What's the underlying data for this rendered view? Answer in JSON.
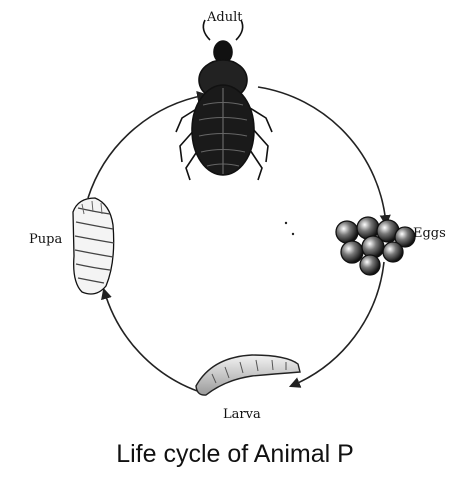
{
  "diagram": {
    "caption": "Life cycle of Animal P",
    "stages": {
      "adult": "Adult",
      "eggs": "Eggs",
      "larva": "Larva",
      "pupa": "Pupa"
    }
  }
}
